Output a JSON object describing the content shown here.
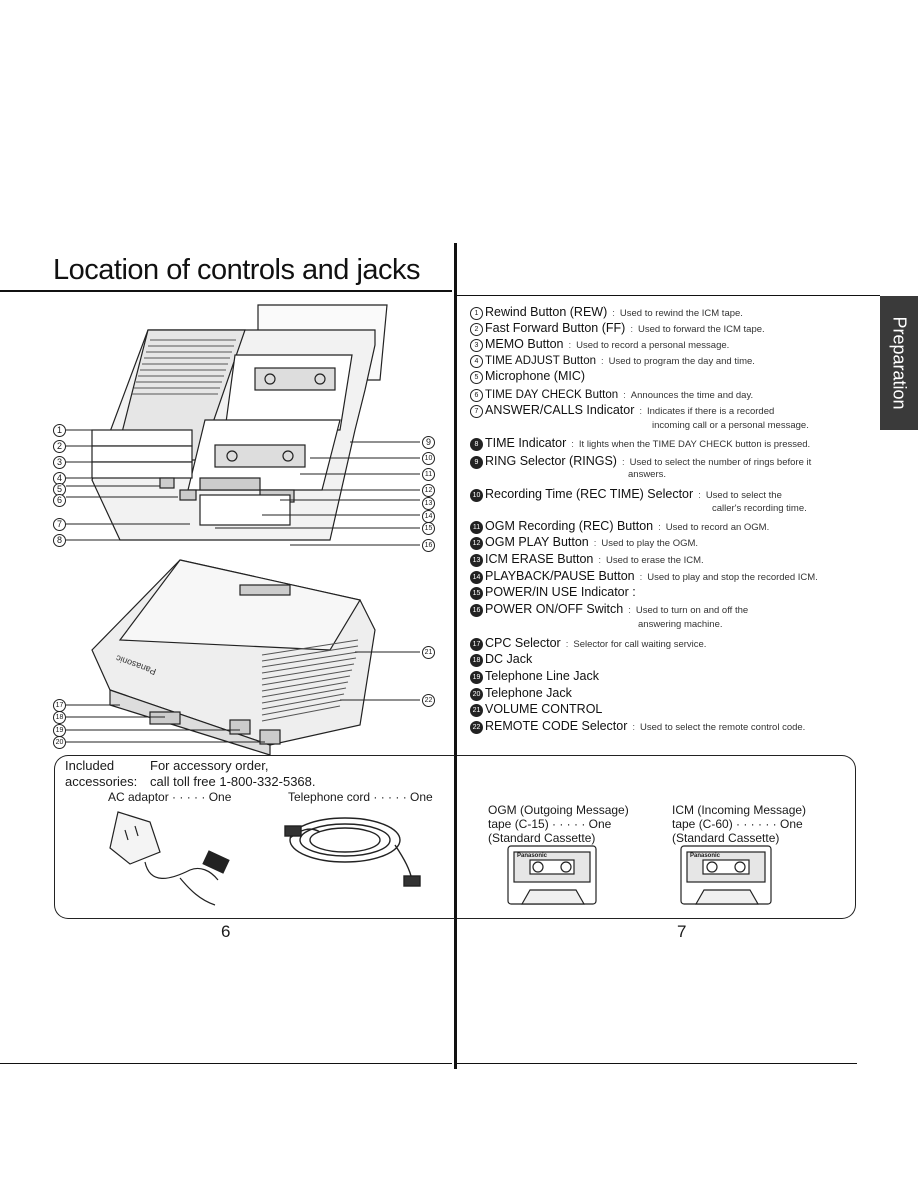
{
  "page": {
    "title": "Location of controls and jacks",
    "side_tab": "Preparation",
    "page_left": "6",
    "page_right": "7"
  },
  "controls": [
    {
      "n": "1",
      "name": "Rewind Button (REW)",
      "desc": "Used to rewind the ICM tape."
    },
    {
      "n": "2",
      "name": "Fast Forward Button (FF)",
      "desc": "Used to forward the ICM tape."
    },
    {
      "n": "3",
      "name": "MEMO Button",
      "desc": "Used to record a personal message."
    },
    {
      "n": "4",
      "name": "TIME ADJUST Button",
      "desc": "Used to program the day and time."
    },
    {
      "n": "5",
      "name": "Microphone (MIC)",
      "desc": ""
    },
    {
      "n": "6",
      "name": "TIME DAY CHECK Button",
      "desc": "Announces the time and day."
    },
    {
      "n": "7",
      "name": "ANSWER/CALLS Indicator",
      "desc": "Indicates if there is a recorded"
    },
    {
      "n": "8",
      "name": "TIME Indicator",
      "desc": "It lights when the TIME DAY CHECK button is pressed."
    },
    {
      "n": "9",
      "name": "RING Selector (RINGS)",
      "desc": "Used to select the number of rings before it"
    },
    {
      "n": "10",
      "name": "Recording Time (REC TIME) Selector",
      "desc": "Used to select the"
    },
    {
      "n": "11",
      "name": "OGM Recording (REC) Button",
      "desc": "Used to record an OGM."
    },
    {
      "n": "12",
      "name": "OGM PLAY Button",
      "desc": "Used to play the OGM."
    },
    {
      "n": "13",
      "name": "ICM ERASE Button",
      "desc": "Used to erase the ICM."
    },
    {
      "n": "14",
      "name": "PLAYBACK/PAUSE Button",
      "desc": "Used to play and stop the recorded ICM."
    },
    {
      "n": "15",
      "name": "POWER/IN USE Indicator :",
      "desc": ""
    },
    {
      "n": "16",
      "name": "POWER ON/OFF Switch",
      "desc": "Used to turn on and off the"
    },
    {
      "n": "17",
      "name": "CPC Selector",
      "desc": "Selector for call waiting service."
    },
    {
      "n": "18",
      "name": "DC Jack",
      "desc": ""
    },
    {
      "n": "19",
      "name": "Telephone Line Jack",
      "desc": ""
    },
    {
      "n": "20",
      "name": "Telephone Jack",
      "desc": ""
    },
    {
      "n": "21",
      "name": "VOLUME CONTROL",
      "desc": ""
    },
    {
      "n": "22",
      "name": "REMOTE CODE Selector",
      "desc": "Used to select the remote control code."
    }
  ],
  "continuations": {
    "c7": "incoming call or a personal message.",
    "c9": "answers.",
    "c10": "caller's recording time.",
    "c16": "answering machine."
  },
  "accessories": {
    "label_line1": "Included",
    "label_line2": "accessories:",
    "order_line1": "For accessory order,",
    "order_line2": "call toll free 1-800-332-5368.",
    "ac_adaptor": "AC adaptor · · · · · One",
    "telephone_cord": "Telephone cord · · · · · One",
    "ogm_title": "OGM (Outgoing Message)",
    "ogm_tape": "tape (C-15) · · · · · One",
    "ogm_std": "(Standard Cassette)",
    "icm_title": "ICM (Incoming Message)",
    "icm_tape": "tape (C-60) · · · · · · One",
    "icm_std": "(Standard Cassette)",
    "cassette_brand": "Panasonic"
  },
  "device_brand": "Panasonic"
}
